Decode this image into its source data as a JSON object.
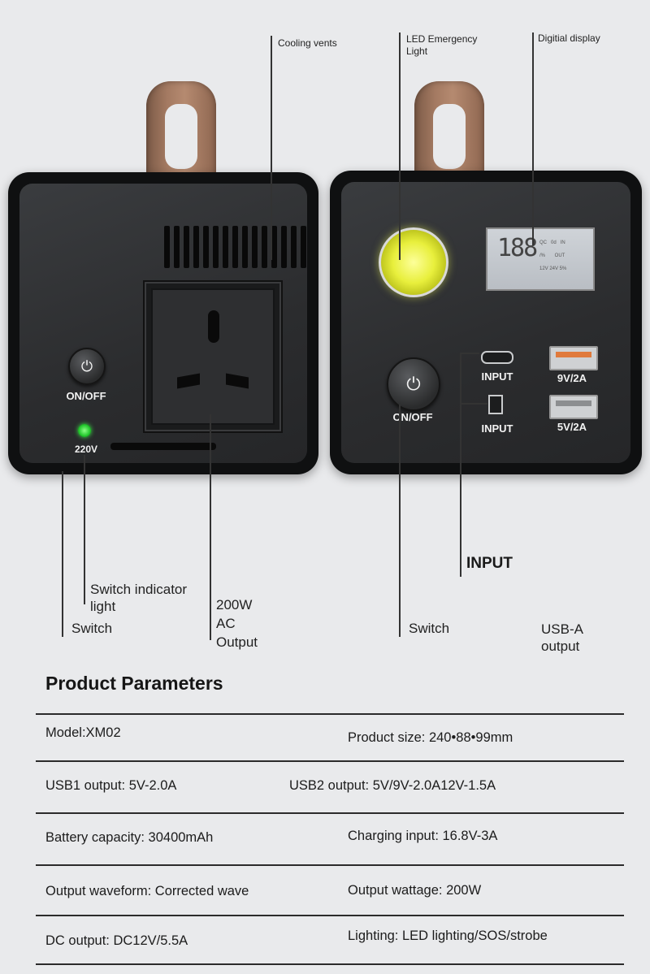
{
  "callouts": {
    "cooling_vents": "Cooling vents",
    "led_emergency_light": "LED Emergency Light",
    "digital_display": "Digitial display",
    "input_heading": "INPUT",
    "switch_indicator_light": "Switch indicator light",
    "ac_output": "200W AC Output",
    "switch_left": "Switch",
    "switch_right": "Switch",
    "usb_a_output": "USB-A output"
  },
  "left_device": {
    "on_off_label": "ON/OFF",
    "voltage_label": "220V"
  },
  "right_device": {
    "on_off_label": "ON/OFF",
    "typec_label": "INPUT",
    "dc_label": "INPUT",
    "usb_fast_label": "9V/2A",
    "usb_std_label": "5V/2A",
    "display_digits": "188",
    "usb_fast_color": "#e07a3c",
    "usb_std_color": "#8c8e90"
  },
  "parameters": {
    "title": "Product Parameters",
    "rows": [
      {
        "left": "Model:XM02",
        "right": "Product size: 240•88•99mm"
      },
      {
        "left": "USB1 output: 5V-2.0A",
        "right": "USB2 output: 5V/9V-2.0A12V-1.5A"
      },
      {
        "left": "Battery capacity: 30400mAh",
        "right": "Charging input: 16.8V-3A"
      },
      {
        "left": "Output waveform: Corrected wave",
        "right": "Output wattage: 200W"
      },
      {
        "left": "DC output: DC12V/5.5A",
        "right": "Lighting: LED lighting/SOS/strobe"
      }
    ]
  }
}
